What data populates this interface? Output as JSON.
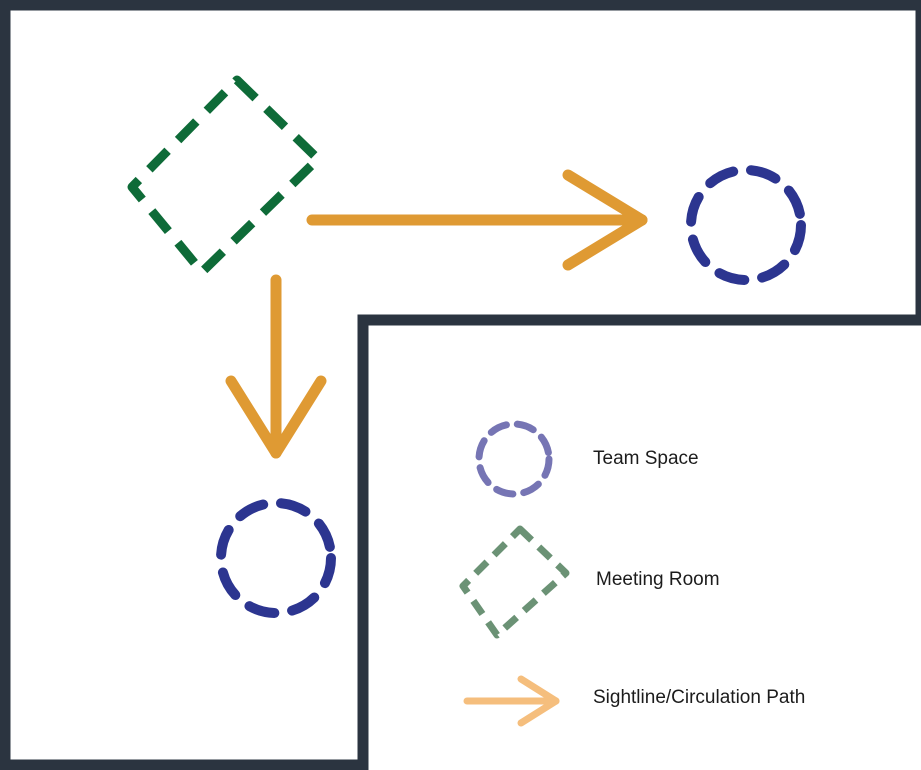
{
  "colors": {
    "wall": "#2b3440",
    "background": "#ffffff",
    "meeting_room": "#0e6b38",
    "team_space": "#2c3590",
    "path": "#df9a33",
    "legend_team_space": "#7675b4",
    "legend_meeting_room": "#6b9275",
    "legend_path": "#f5be7d"
  },
  "legend": {
    "team_space": "Team Space",
    "meeting_room": "Meeting Room",
    "path": "Sightline/Circulation Path"
  }
}
